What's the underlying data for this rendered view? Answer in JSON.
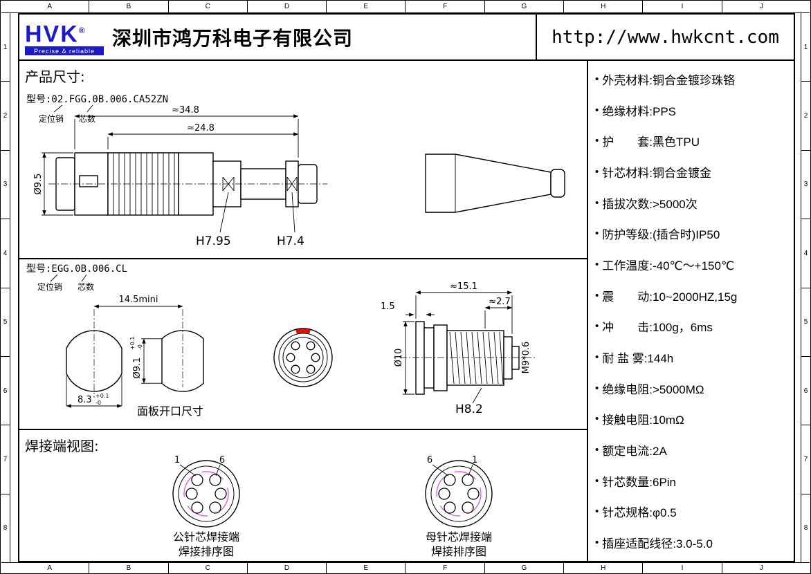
{
  "frame": {
    "cols": [
      "A",
      "B",
      "C",
      "D",
      "E",
      "F",
      "G",
      "H",
      "I",
      "J"
    ],
    "rows": [
      "1",
      "2",
      "3",
      "4",
      "5",
      "6",
      "7",
      "8"
    ]
  },
  "header": {
    "logo": "HVK",
    "logo_reg": "®",
    "tagline": "Precise & reliable",
    "company": "深圳市鸿万科电子有限公司",
    "url": "http://www.hwkcnt.com"
  },
  "drawing1": {
    "title": "产品尺寸:",
    "model": "型号:02.FGG.0B.006.CA52ZN",
    "pin_label": "定位销",
    "core_label": "芯数",
    "dim_total": "≈34.8",
    "dim_body": "≈24.8",
    "dim_dia": "Ø9.5",
    "dim_h1": "H7.95",
    "dim_h2": "H7.4"
  },
  "drawing2": {
    "model": "型号:EGG.0B.006.CL",
    "pin_label": "定位销",
    "core_label": "芯数",
    "dim_width": "14.5mini",
    "dim_dia": "Ø9.1",
    "dia_tol_up": "+0.1",
    "dia_tol_dn": "-0",
    "dim_flat": "8.3",
    "flat_tol_up": "+0.1",
    "flat_tol_dn": "-0",
    "panel_label": "面板开口尺寸",
    "dim_len": "≈15.1",
    "dim_tip": "≈2.7",
    "dim_flange": "1.5",
    "dim_dia2": "Ø10",
    "thread": "M9*0.6",
    "dim_h": "H8.2"
  },
  "drawing3": {
    "title": "焊接端视图:",
    "male_pin_left": "1",
    "male_pin_right": "6",
    "female_pin_left": "6",
    "female_pin_right": "1",
    "male_caption1": "公针芯焊接端",
    "male_caption2": "焊接排序图",
    "female_caption1": "母针芯焊接端",
    "female_caption2": "焊接排序图"
  },
  "specs": {
    "bullet": "•",
    "items": [
      {
        "text": "外壳材料:铜合金镀珍珠铬"
      },
      {
        "text": "绝缘材料:PPS"
      },
      {
        "text": "护　　套:黑色TPU"
      },
      {
        "text": "针芯材料:铜合金镀金"
      },
      {
        "text": "插拔次数:>5000次"
      },
      {
        "text": "防护等级:(插合时)IP50"
      },
      {
        "text": "工作温度:-40℃～+150℃"
      },
      {
        "text": "震　　动:10~2000HZ,15g"
      },
      {
        "text": "冲　　击:100g，6ms"
      },
      {
        "text": "耐 盐 雾:144h"
      },
      {
        "text": "绝缘电阻:>5000MΩ"
      },
      {
        "text": "接触电阻:10mΩ"
      },
      {
        "text": "额定电流:2A"
      },
      {
        "text": "针芯数量:6Pin"
      },
      {
        "text": "针芯规格:φ0.5"
      },
      {
        "text": "插座适配线径:3.0-5.0"
      }
    ]
  },
  "colors": {
    "logo_blue": "#1c19c8",
    "mark_red": "#e01010",
    "insulator_magenta": "#d466d4"
  }
}
